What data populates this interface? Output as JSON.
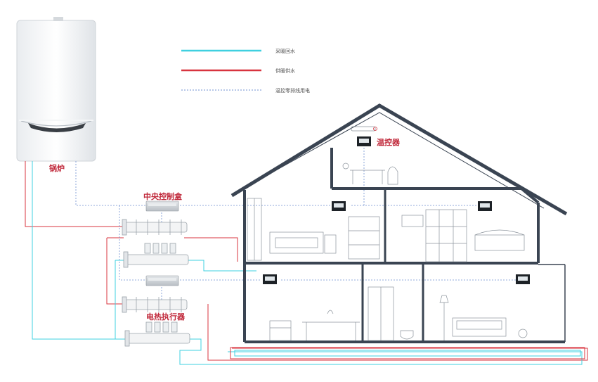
{
  "legend": {
    "items": [
      {
        "label": "采暖回水",
        "color": "#3fd0e0",
        "style": "solid"
      },
      {
        "label": "供暖供水",
        "color": "#d8343f",
        "style": "solid"
      },
      {
        "label": "温控零排线用电",
        "color": "#6f8fd0",
        "style": "dashed"
      }
    ]
  },
  "labels": {
    "boiler": "锅炉",
    "central_box": "中央控制盒",
    "thermostat": "温控器",
    "actuator": "电热执行器"
  },
  "colors": {
    "return_water": "#3fd0e0",
    "supply_water": "#d8343f",
    "control_wire": "#6f8fd0",
    "house_frame": "#3a4452",
    "label_red": "#c0283a"
  },
  "icons": {
    "boiler": "boiler-icon",
    "thermostat": "thermostat-icon",
    "manifold": "manifold-icon",
    "control_box": "control-box-icon"
  }
}
